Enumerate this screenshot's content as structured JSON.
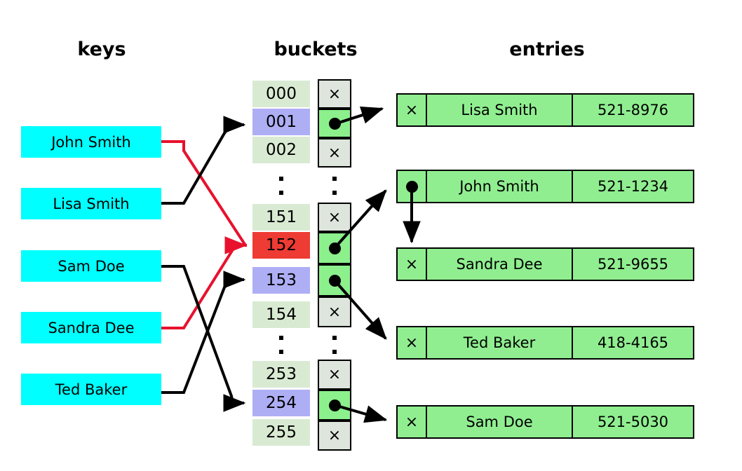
{
  "headers": {
    "keys": "keys",
    "buckets": "buckets",
    "entries": "entries"
  },
  "colors": {
    "key_box": "#00ffff",
    "index_default": "#d9ead3",
    "index_highlight_blue": "#aeaef5",
    "index_highlight_red": "#ee3b33",
    "slot_empty": "#dde5dd",
    "slot_filled": "#8cf08c",
    "entry": "#90ee90",
    "wire_black": "#000000",
    "wire_red": "#e8112d"
  },
  "glyphs": {
    "empty": "×",
    "filled": "●"
  },
  "keys": [
    {
      "label": "John Smith",
      "target_bucket": "152",
      "wire": "red"
    },
    {
      "label": "Lisa Smith",
      "target_bucket": "001",
      "wire": "black"
    },
    {
      "label": "Sam Doe",
      "target_bucket": "254",
      "wire": "black"
    },
    {
      "label": "Sandra Dee",
      "target_bucket": "152",
      "wire": "red"
    },
    {
      "label": "Ted Baker",
      "target_bucket": "153",
      "wire": "black"
    }
  ],
  "bucket_groups": [
    {
      "rows": [
        {
          "index": "000",
          "state": "empty",
          "highlight": "none"
        },
        {
          "index": "001",
          "state": "filled",
          "highlight": "blue"
        },
        {
          "index": "002",
          "state": "empty",
          "highlight": "none"
        }
      ]
    },
    {
      "rows": [
        {
          "index": "151",
          "state": "empty",
          "highlight": "none"
        },
        {
          "index": "152",
          "state": "filled",
          "highlight": "red"
        },
        {
          "index": "153",
          "state": "filled",
          "highlight": "blue"
        },
        {
          "index": "154",
          "state": "empty",
          "highlight": "none"
        }
      ]
    },
    {
      "rows": [
        {
          "index": "253",
          "state": "empty",
          "highlight": "none"
        },
        {
          "index": "254",
          "state": "filled",
          "highlight": "blue"
        },
        {
          "index": "255",
          "state": "empty",
          "highlight": "none"
        }
      ]
    }
  ],
  "entries": [
    {
      "next": "empty",
      "name": "Lisa Smith",
      "phone": "521-8976"
    },
    {
      "next": "filled",
      "name": "John Smith",
      "phone": "521-1234"
    },
    {
      "next": "empty",
      "name": "Sandra Dee",
      "phone": "521-9655"
    },
    {
      "next": "empty",
      "name": "Ted Baker",
      "phone": "418-4165"
    },
    {
      "next": "empty",
      "name": "Sam Doe",
      "phone": "521-5030"
    }
  ]
}
